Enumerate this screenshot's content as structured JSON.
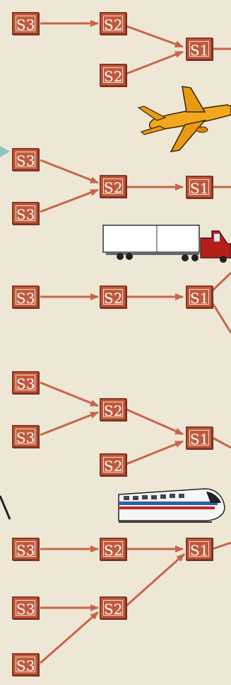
{
  "labels": {
    "s1": "S1",
    "s2": "S2",
    "s3": "S3"
  },
  "colors": {
    "background": "#efe7d6",
    "node_fill": "#c05a3c",
    "node_border": "#8a3520",
    "arrow": "#c7654a"
  },
  "icons": [
    "airplane-icon",
    "truck-icon",
    "train-icon"
  ]
}
